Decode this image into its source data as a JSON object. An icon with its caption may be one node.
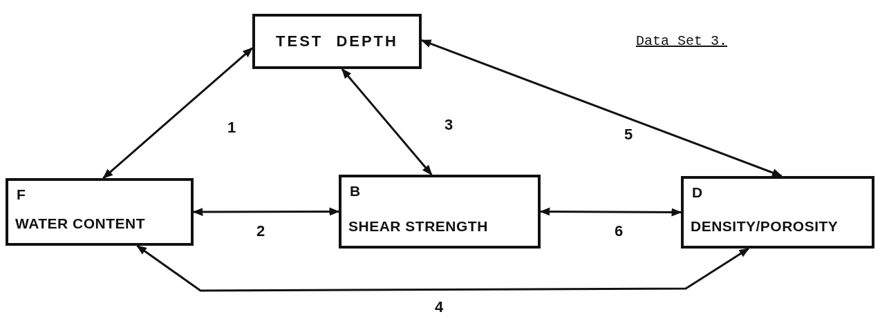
{
  "diagram": {
    "nodes": [
      {
        "text": [
          "TEST DEPTH"
        ]
      },
      {
        "text": [
          "F",
          "WATER CONTENT"
        ]
      },
      {
        "text": [
          "B",
          "SHEAR STRENGTH"
        ]
      },
      {
        "text": [
          "D",
          "DENSITY/POROSITY"
        ]
      }
    ],
    "edges": [
      {
        "from": 0,
        "to": 1,
        "arrow": "both",
        "label": "1"
      },
      {
        "from": 1,
        "to": 2,
        "arrow": "both",
        "label": "2"
      },
      {
        "from": 0,
        "to": 2,
        "arrow": "both",
        "label": "3"
      },
      {
        "from": 1,
        "to": 3,
        "arrow": "both",
        "label": "4"
      },
      {
        "from": 0,
        "to": 3,
        "arrow": "both",
        "label": "5"
      },
      {
        "from": 2,
        "to": 3,
        "arrow": "both",
        "label": "6"
      }
    ],
    "labels": [
      "Data Set 3."
    ]
  }
}
